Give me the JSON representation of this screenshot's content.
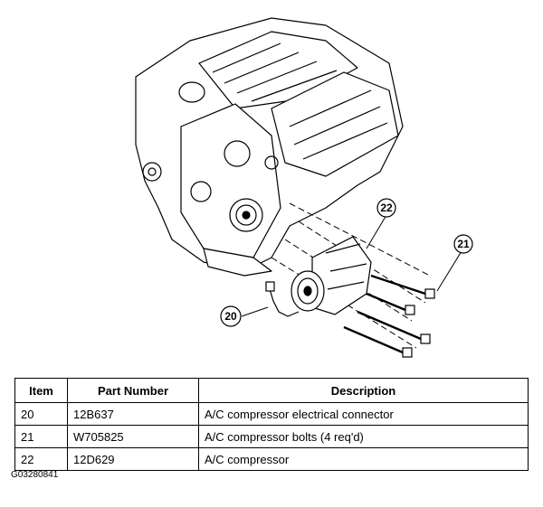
{
  "diagram": {
    "callouts": [
      {
        "id": "20",
        "label": "20"
      },
      {
        "id": "21",
        "label": "21"
      },
      {
        "id": "22",
        "label": "22"
      }
    ]
  },
  "table": {
    "headers": {
      "item": "Item",
      "part_number": "Part Number",
      "description": "Description"
    },
    "rows": [
      {
        "item": "20",
        "part_number": "12B637",
        "description": "A/C compressor electrical connector"
      },
      {
        "item": "21",
        "part_number": "W705825",
        "description": "A/C compressor bolts (4 req'd)"
      },
      {
        "item": "22",
        "part_number": "12D629",
        "description": "A/C compressor"
      }
    ]
  },
  "figure_code": "G03280841"
}
